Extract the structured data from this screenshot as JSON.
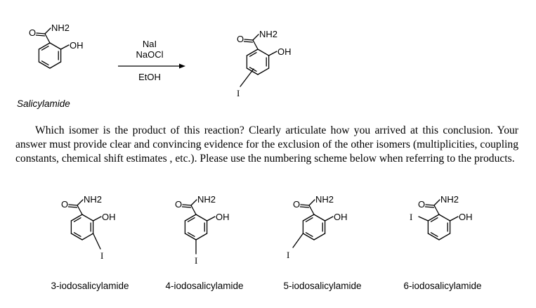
{
  "reaction": {
    "reactant": {
      "label": "Salicylamide",
      "groups": {
        "amide": "NH2",
        "hydroxyl": "OH",
        "carbonyl_oxygen": "O"
      }
    },
    "reagents": [
      "NaI",
      "NaOCl"
    ],
    "solvent": "EtOH",
    "product": {
      "groups": {
        "amide": "NH2",
        "hydroxyl": "OH",
        "carbonyl_oxygen": "O",
        "substituent": "I"
      }
    }
  },
  "question": "Which isomer is the product of this reaction? Clearly articulate how you arrived at this conclusion. Your answer must provide clear and convincing evidence for the exclusion of the other isomers (multiplicities, coupling constants, chemical shift estimates , etc.). Please use the numbering scheme below when referring to the products.",
  "isomers": [
    {
      "name": "3-iodosalicylamide",
      "amide": "NH2",
      "hydroxyl": "OH",
      "carbonyl_oxygen": "O",
      "substituent": "I"
    },
    {
      "name": "4-iodosalicylamide",
      "amide": "NH2",
      "hydroxyl": "OH",
      "carbonyl_oxygen": "O",
      "substituent": "I"
    },
    {
      "name": "5-iodosalicylamide",
      "amide": "NH2",
      "hydroxyl": "OH",
      "carbonyl_oxygen": "O",
      "substituent": "I"
    },
    {
      "name": "6-iodosalicylamide",
      "amide": "NH2",
      "hydroxyl": "OH",
      "carbonyl_oxygen": "O",
      "substituent": "I"
    }
  ]
}
